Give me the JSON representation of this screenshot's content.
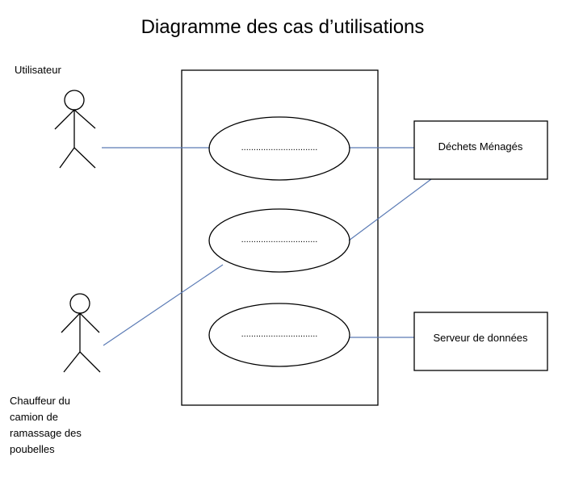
{
  "title": "Diagramme des cas d’utilisations",
  "actors": [
    {
      "label_lines": [
        "Utilisateur"
      ]
    },
    {
      "label_lines": [
        "Chauffeur du",
        "camion de",
        "ramassage des",
        "poubelles"
      ]
    }
  ],
  "use_cases": [
    {
      "label": "..............................."
    },
    {
      "label": "..............................."
    },
    {
      "label": "..............................."
    }
  ],
  "external_systems": [
    {
      "label": "Déchets Ménagés"
    },
    {
      "label": "Serveur de données"
    }
  ],
  "colors": {
    "association_line": "#5b7bb5"
  }
}
